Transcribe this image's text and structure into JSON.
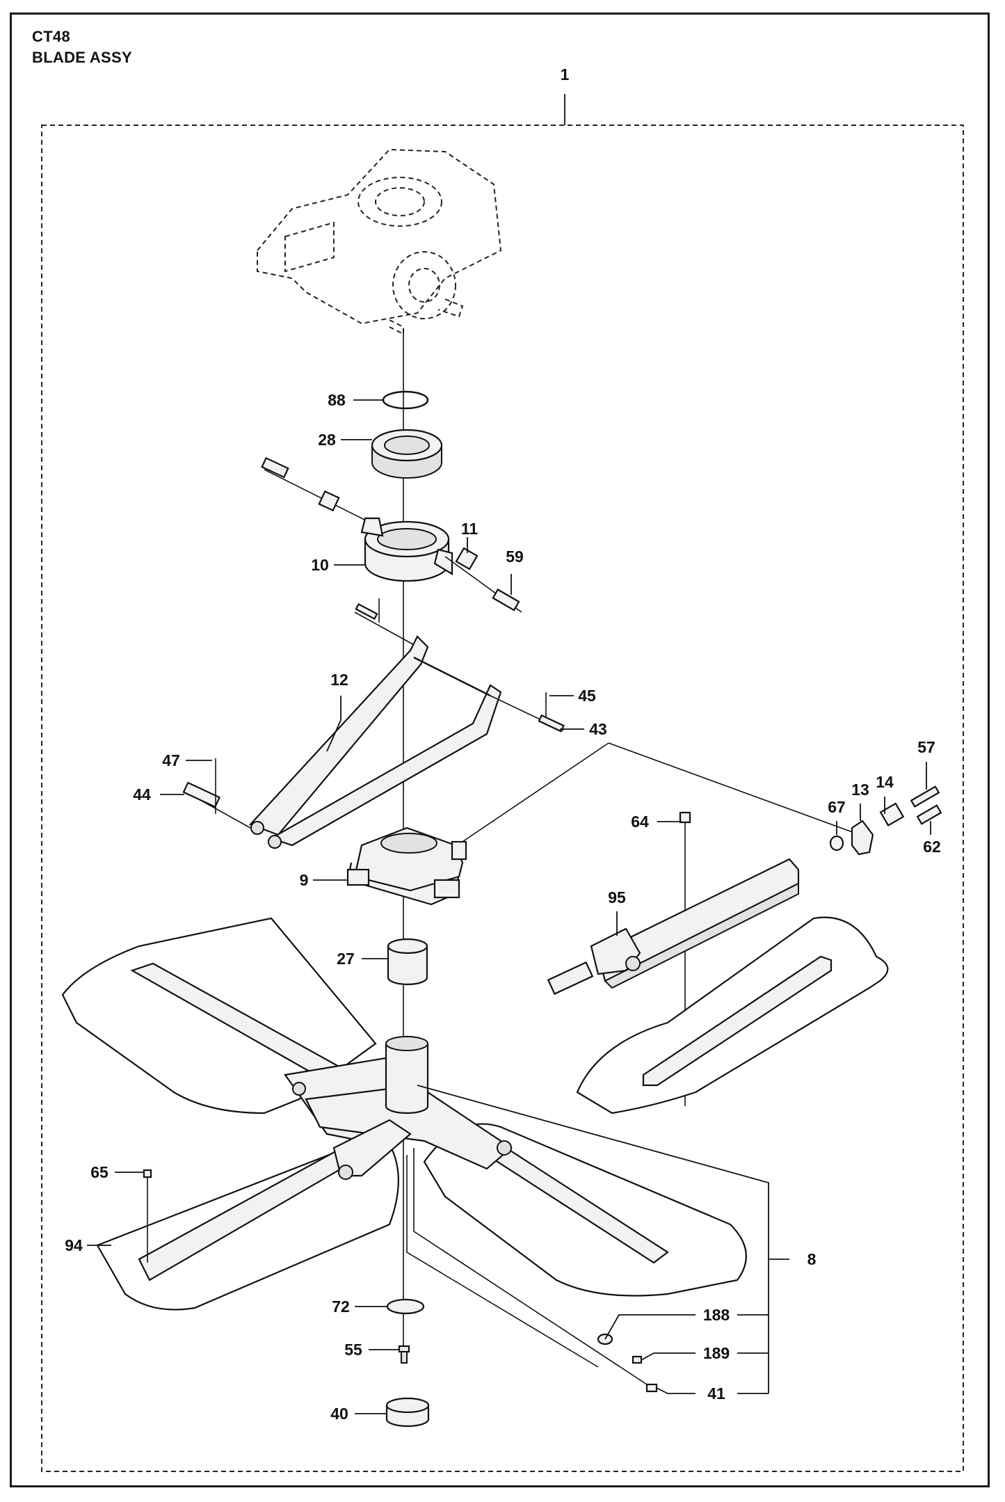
{
  "header": {
    "model": "CT48",
    "assembly": "BLADE ASSY"
  },
  "callouts": {
    "p1": "1",
    "p88": "88",
    "p28": "28",
    "p11": "11",
    "p59": "59",
    "p10": "10",
    "p12": "12",
    "p45": "45",
    "p43": "43",
    "p47": "47",
    "p44": "44",
    "p57": "57",
    "p14": "14",
    "p13": "13",
    "p67": "67",
    "p62": "62",
    "p64": "64",
    "p9": "9",
    "p95": "95",
    "p27": "27",
    "p65": "65",
    "p94": "94",
    "p8": "8",
    "p72": "72",
    "p188": "188",
    "p55": "55",
    "p189": "189",
    "p41": "41",
    "p40": "40"
  }
}
